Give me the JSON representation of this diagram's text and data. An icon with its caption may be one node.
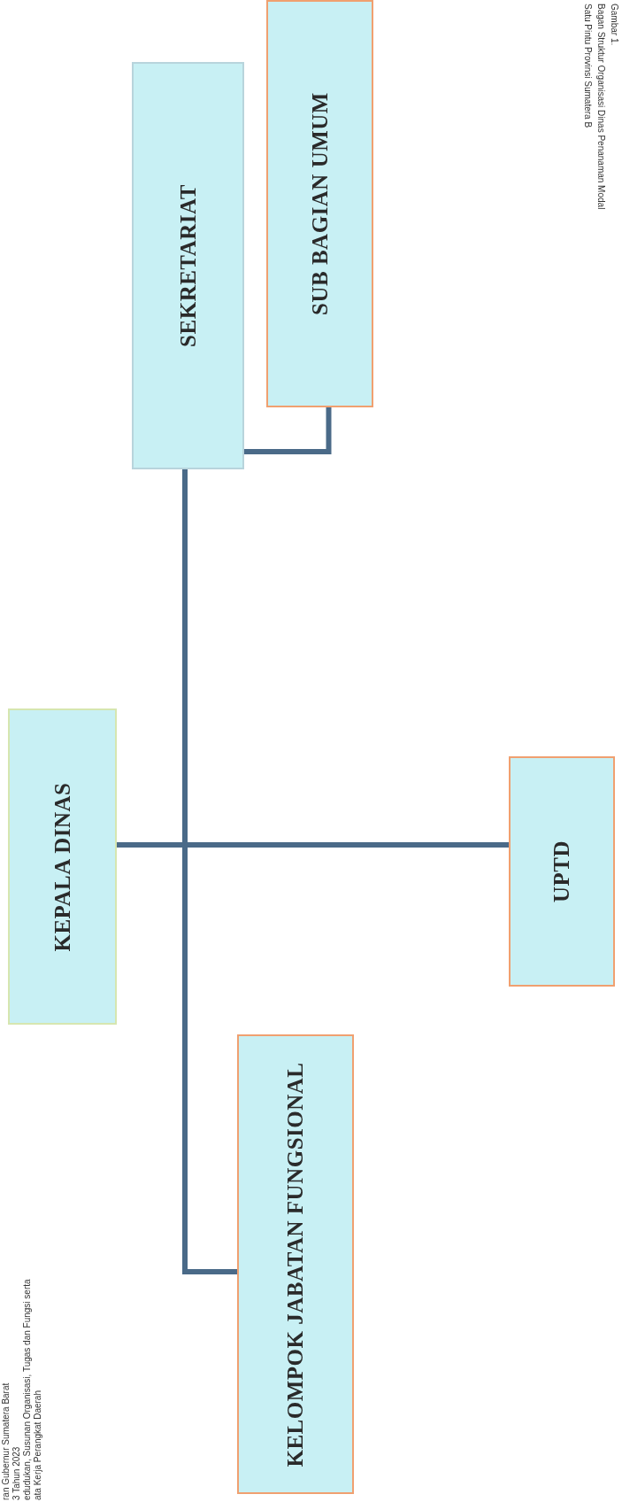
{
  "diagram": {
    "nodes": [
      {
        "text": [
          "KEPALA DINAS"
        ]
      },
      {
        "text": [
          "SEKRETARIAT"
        ]
      },
      {
        "text": [
          "SUB BAGIAN UMUM"
        ]
      },
      {
        "text": [
          "UPTD"
        ]
      },
      {
        "text": [
          "KELOMPOK JABATAN FUNGSIONAL"
        ]
      }
    ],
    "edges": [
      {
        "from": 0,
        "to": 1,
        "arrow": "none"
      },
      {
        "from": 1,
        "to": 2,
        "arrow": "none"
      },
      {
        "from": 0,
        "to": 3,
        "arrow": "none"
      },
      {
        "from": 0,
        "to": 4,
        "arrow": "none"
      }
    ],
    "labels": [
      "Gambar 1.",
      "Bagan Struktur Organisasi Dinas Penanaman Modal",
      "Satu Pintu Provinsi Sumatera B",
      "ran Gubernur Sumatera Barat",
      "3 Tahun 2023",
      "edudukan, Susunan Organisasi, Tugas dan Fungsi serta",
      "ata Kerja Perangkat Daerah"
    ]
  }
}
